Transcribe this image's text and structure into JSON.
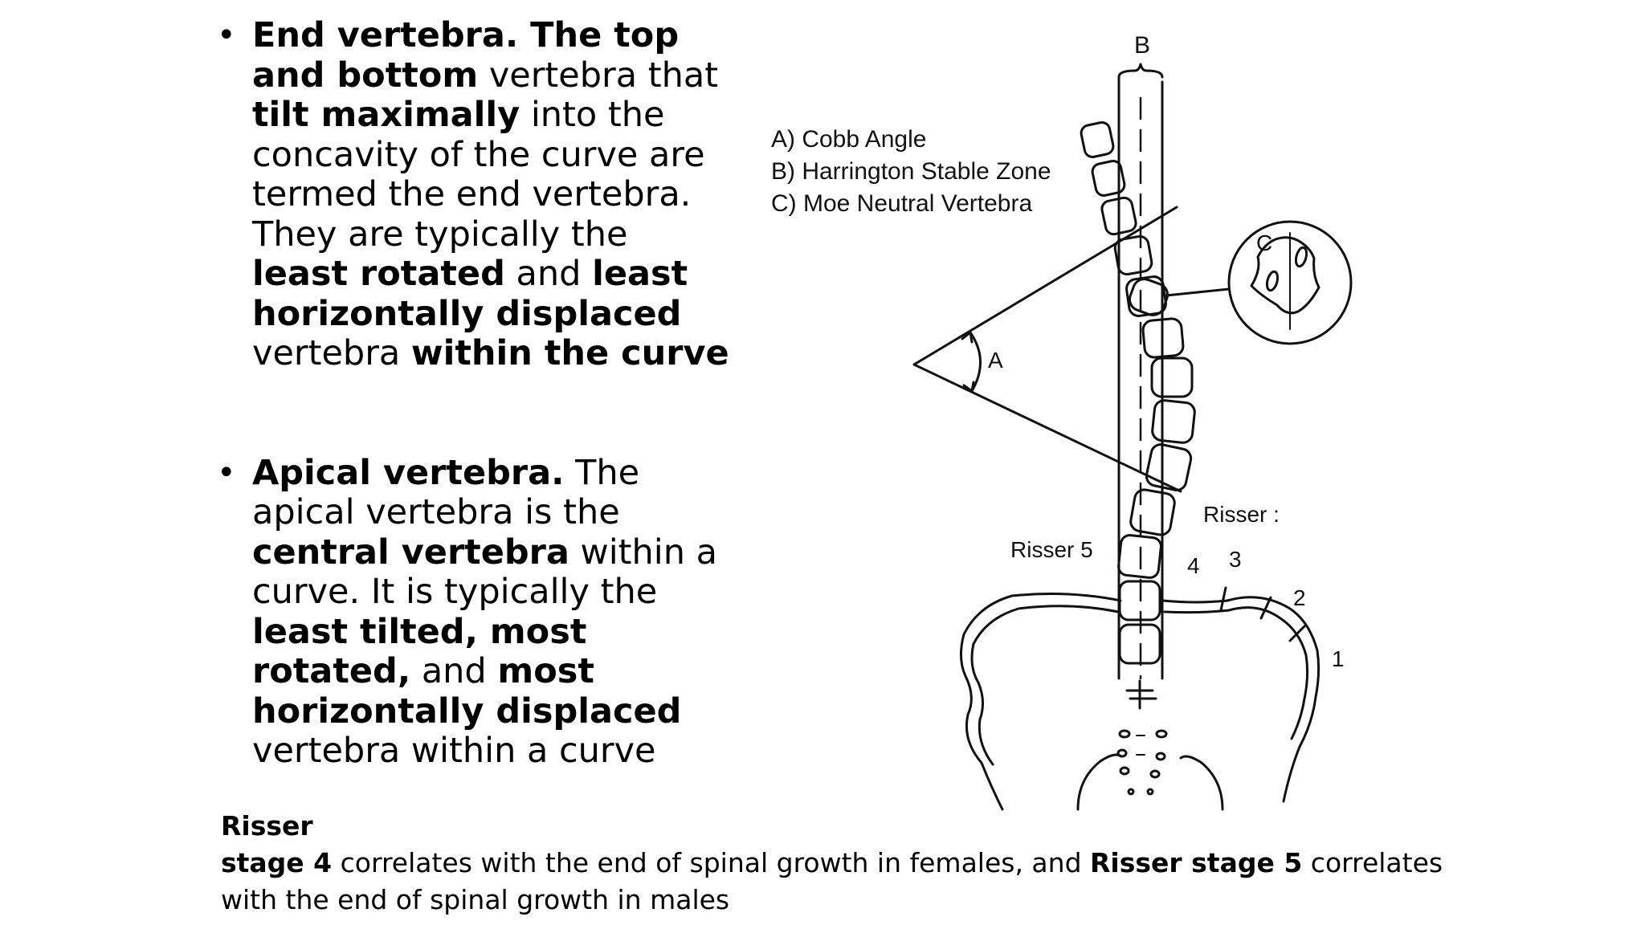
{
  "bullets": [
    {
      "marker": "•",
      "segments": [
        {
          "text": "End vertebra. The top and bottom",
          "bold": true
        },
        {
          "text": " vertebra that ",
          "bold": false
        },
        {
          "text": "tilt maximally",
          "bold": true
        },
        {
          "text": " into the concavity of the curve are termed the end vertebra. They are typically the ",
          "bold": false
        },
        {
          "text": "least rotated",
          "bold": true
        },
        {
          "text": " and ",
          "bold": false
        },
        {
          "text": "least horizontally displaced",
          "bold": true
        },
        {
          "text": " vertebra ",
          "bold": false
        },
        {
          "text": "within the curve",
          "bold": true
        }
      ]
    },
    {
      "marker": "•",
      "segments": [
        {
          "text": "Apical vertebra.",
          "bold": true
        },
        {
          "text": " The apical vertebra is the ",
          "bold": false
        },
        {
          "text": "central vertebra",
          "bold": true
        },
        {
          "text": " within a curve. It is typically the ",
          "bold": false
        },
        {
          "text": "least tilted, most rotated,",
          "bold": true
        },
        {
          "text": " and ",
          "bold": false
        },
        {
          "text": "most horizontally displaced",
          "bold": true
        },
        {
          "text": " vertebra within a curve",
          "bold": false
        }
      ]
    }
  ],
  "figure": {
    "label_b_top": "B",
    "legend": [
      "A)  Cobb Angle",
      "B)  Harrington Stable Zone",
      "C)  Moe Neutral Vertebra"
    ],
    "label_a": "A",
    "label_c": "C",
    "risser_heading": "Risser :",
    "risser_5": "Risser 5",
    "stages": [
      "4",
      "3",
      "2",
      "1"
    ]
  },
  "caption": {
    "lines": [
      [
        {
          "text": "Risser",
          "bold": true
        }
      ],
      [
        {
          "text": "stage 4",
          "bold": true
        },
        {
          "text": " correlates with the end of spinal growth in females, and ",
          "bold": false
        },
        {
          "text": "Risser stage 5",
          "bold": true
        },
        {
          "text": " correlates with the end of spinal growth in males",
          "bold": false
        }
      ]
    ]
  }
}
